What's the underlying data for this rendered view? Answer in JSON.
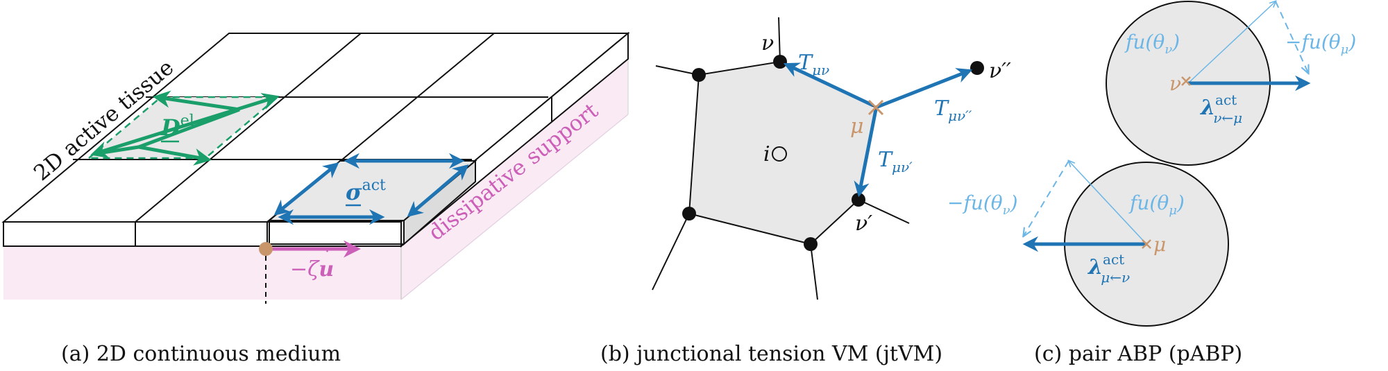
{
  "colors": {
    "green": "#1a9e6a",
    "blue": "#1f74b4",
    "light_blue": "#6bb6e6",
    "pink": "#cc5fb8",
    "pink_fill": "#f9eaf4",
    "gray_fill": "#e8e8e8",
    "tan": "#c9956a",
    "black": "#111111"
  },
  "panel_a": {
    "caption": "(a) 2D continuous medium",
    "label_tissue": "2D active tissue",
    "label_support": "dissipative support",
    "label_D": "D",
    "label_D_sup": "el",
    "label_sigma": "σ",
    "label_sigma_sup": "act",
    "label_friction": "−ζ",
    "label_friction_var": "u"
  },
  "panel_b": {
    "caption": "(b) junctional tension VM (jtVM)",
    "label_nu": "ν",
    "label_nu_p": "ν′",
    "label_nu_pp": "ν′′",
    "label_mu": "μ",
    "label_i": "i",
    "label_T1": "T",
    "label_T1_sub": "μν",
    "label_T2": "T",
    "label_T2_sub": "μν′′",
    "label_T3": "T",
    "label_T3_sub": "μν′"
  },
  "panel_c": {
    "caption": "(c) pair ABP (pABP)",
    "top": {
      "label_fu": "fu(θ",
      "label_fu_sub": "ν",
      "label_fu_end": ")",
      "label_mfu": "−fu(θ",
      "label_mfu_sub": "μ",
      "label_mfu_end": ")",
      "label_point": "ν",
      "label_lambda_sup": "act",
      "label_lambda_sub": "ν←μ"
    },
    "bottom": {
      "label_fu": "fu(θ",
      "label_fu_sub": "μ",
      "label_fu_end": ")",
      "label_mfu": "−fu(θ",
      "label_mfu_sub": "ν",
      "label_mfu_end": ")",
      "label_point": "μ",
      "label_lambda_sup": "act",
      "label_lambda_sub": "μ←ν"
    }
  }
}
